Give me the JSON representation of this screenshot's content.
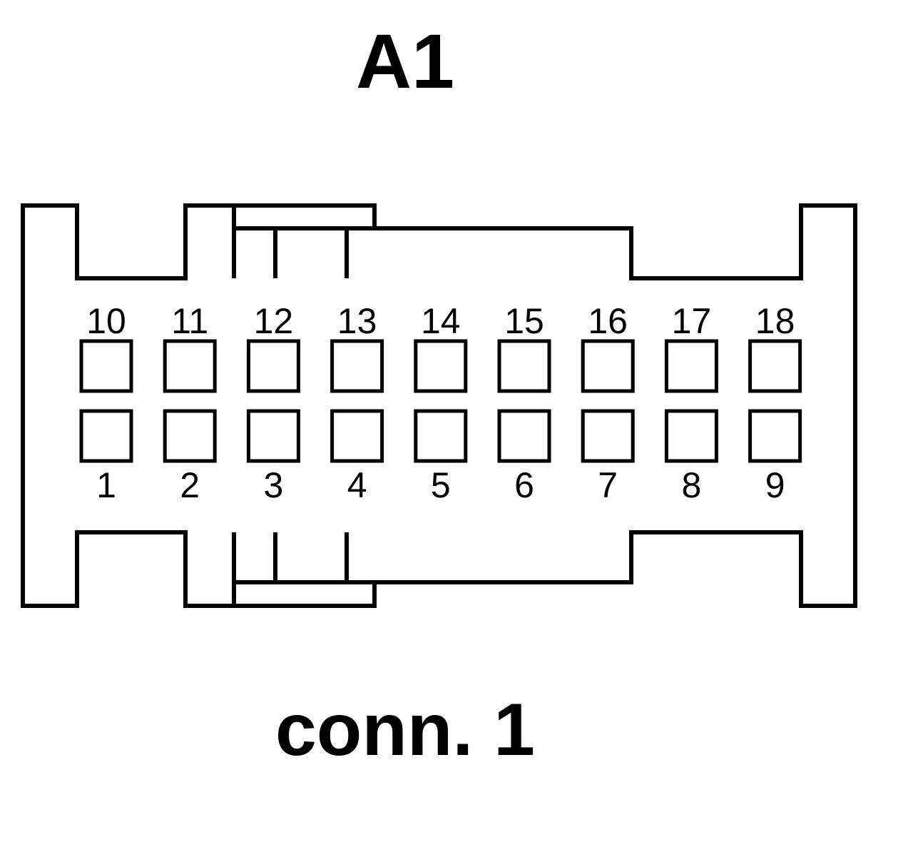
{
  "connector_id": "A1",
  "connector_name": "conn. 1",
  "pins": {
    "top_row": [
      "10",
      "11",
      "12",
      "13",
      "14",
      "15",
      "16",
      "17",
      "18"
    ],
    "bottom_row": [
      "1",
      "2",
      "3",
      "4",
      "5",
      "6",
      "7",
      "8",
      "9"
    ]
  },
  "colors": {
    "line": "#000000",
    "background": "#ffffff"
  }
}
